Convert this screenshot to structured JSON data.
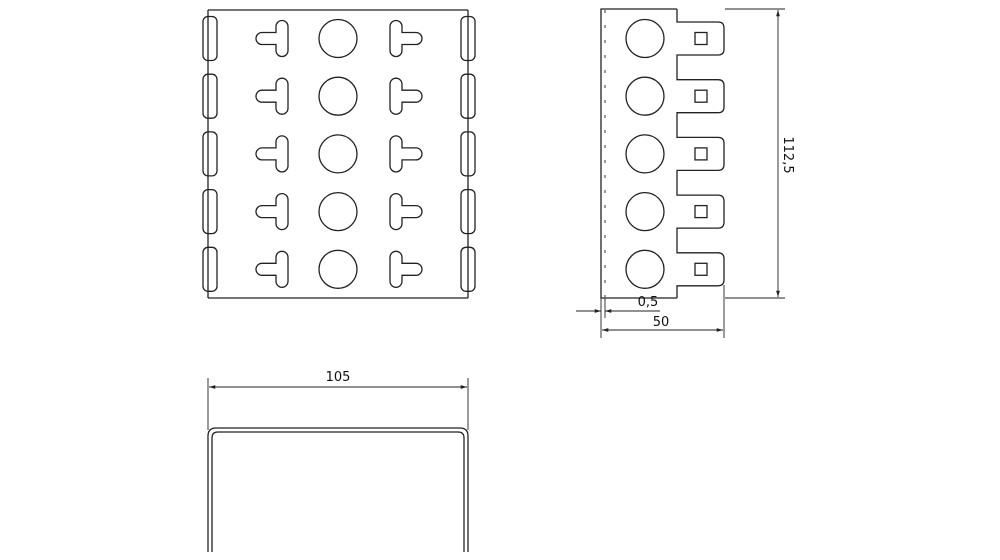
{
  "drawing": {
    "dimensions": {
      "height": "112,5",
      "thickness": "0,5",
      "depth": "50",
      "width": "105"
    },
    "rows": 5,
    "line_color": "#222222"
  }
}
